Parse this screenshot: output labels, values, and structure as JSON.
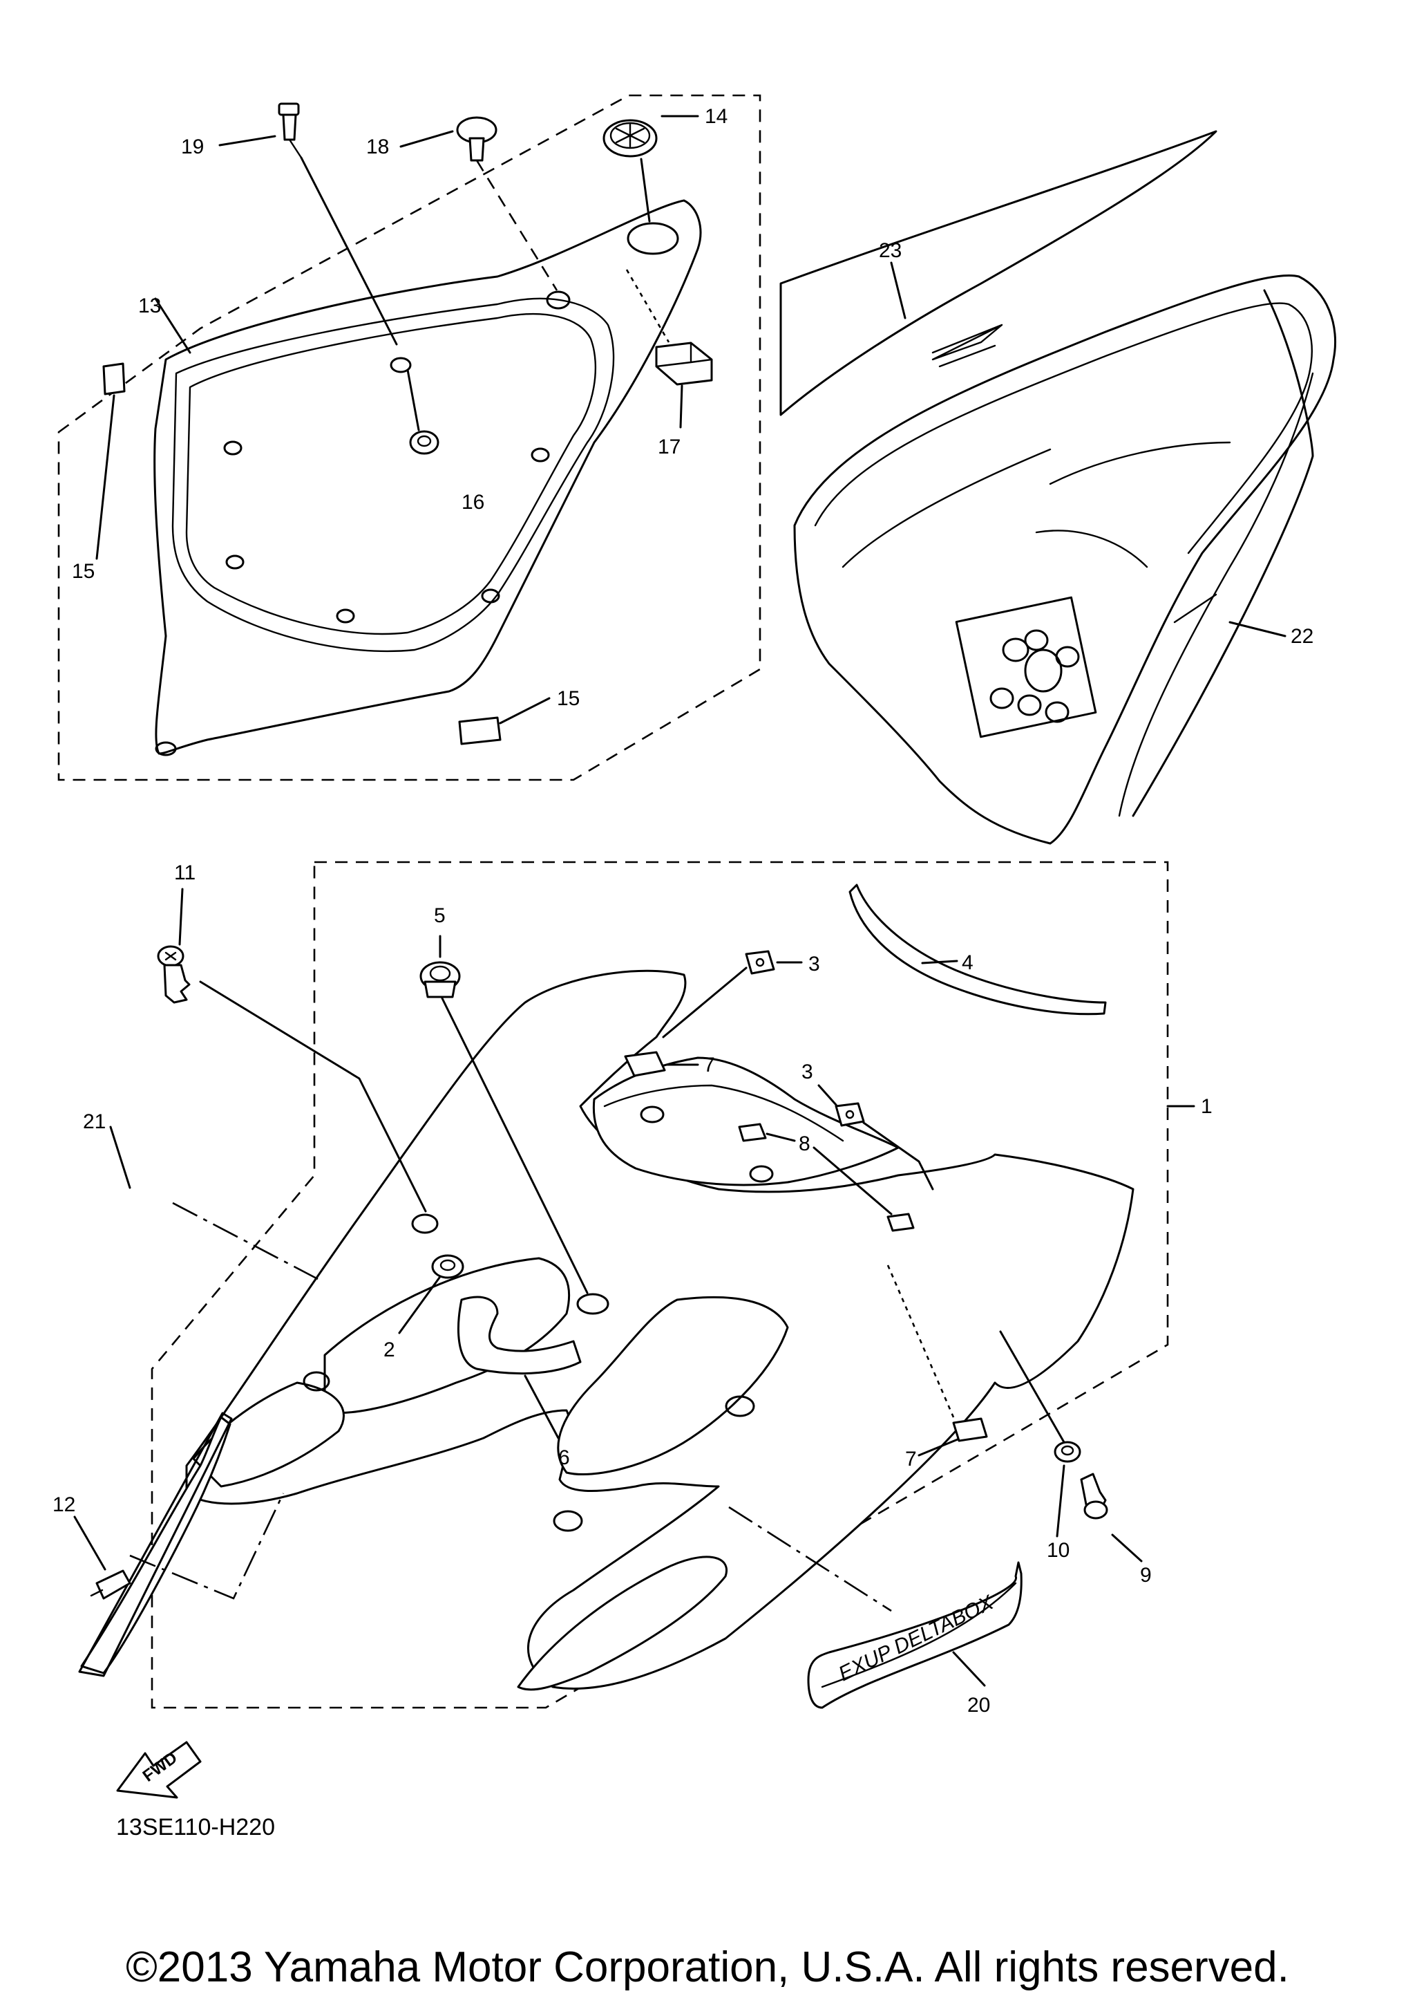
{
  "diagram": {
    "callouts": {
      "c1": "1",
      "c2": "2",
      "c3a": "3",
      "c3b": "3",
      "c4": "4",
      "c5": "5",
      "c6": "6",
      "c7a": "7",
      "c7b": "7",
      "c8": "8",
      "c9": "9",
      "c10": "10",
      "c11": "11",
      "c12": "12",
      "c13": "13",
      "c14": "14",
      "c15a": "15",
      "c15b": "15",
      "c16": "16",
      "c17": "17",
      "c18": "18",
      "c19": "19",
      "c20": "20",
      "c21": "21",
      "c22": "22",
      "c23": "23"
    },
    "fwd_label": "FWD",
    "emblem_text": "EXUP DELTABOX",
    "part_code": "13SE110-H220"
  },
  "footer": {
    "copyright": "©2013 Yamaha Motor Corporation, U.S.A. All rights reserved."
  }
}
